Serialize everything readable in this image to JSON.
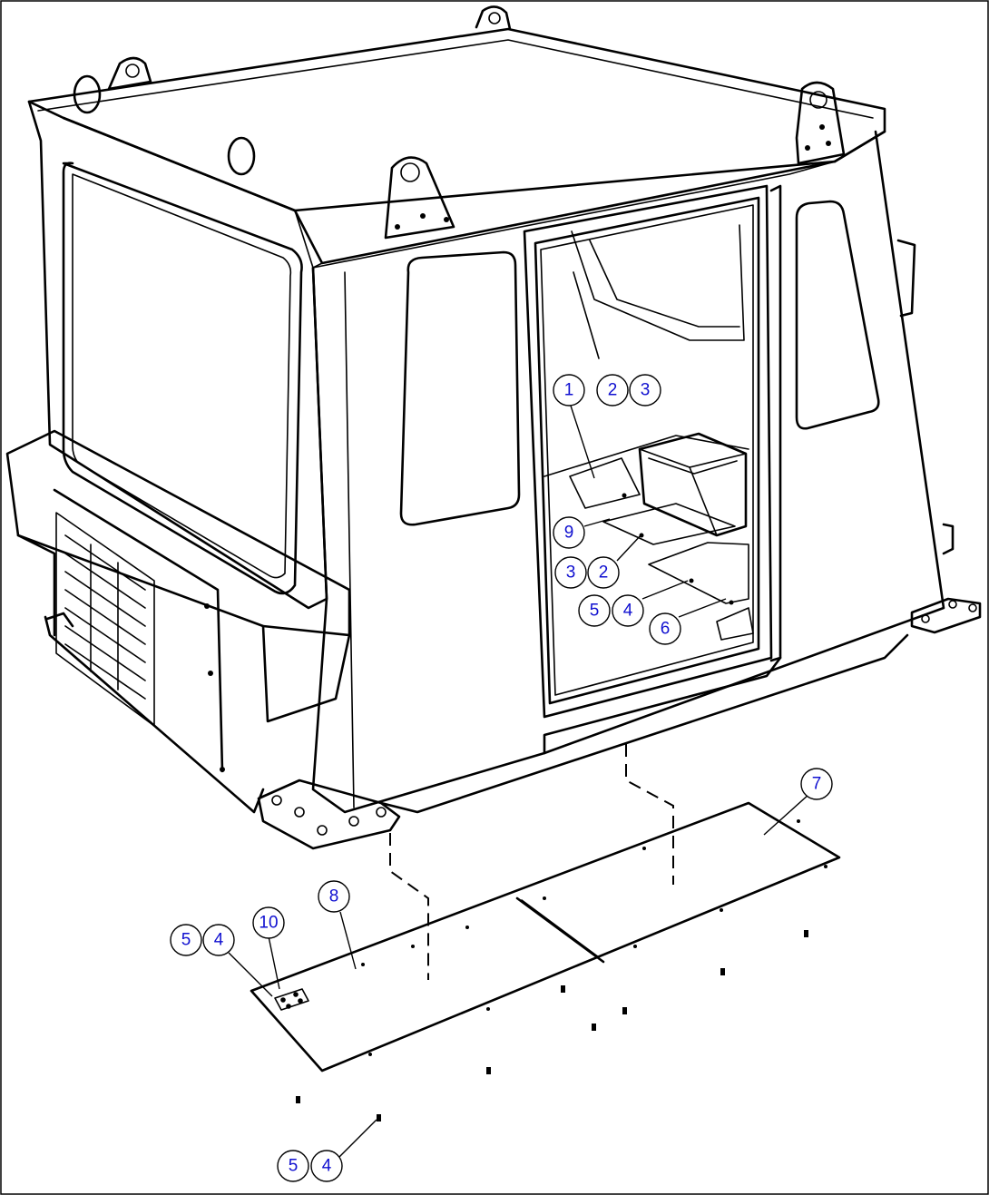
{
  "callouts": [
    {
      "label": "1"
    },
    {
      "label": "2"
    },
    {
      "label": "3"
    },
    {
      "label": "9"
    },
    {
      "label": "3"
    },
    {
      "label": "2"
    },
    {
      "label": "5"
    },
    {
      "label": "4"
    },
    {
      "label": "6"
    },
    {
      "label": "7"
    },
    {
      "label": "8"
    },
    {
      "label": "10"
    },
    {
      "label": "5"
    },
    {
      "label": "4"
    },
    {
      "label": "5"
    },
    {
      "label": "4"
    }
  ]
}
